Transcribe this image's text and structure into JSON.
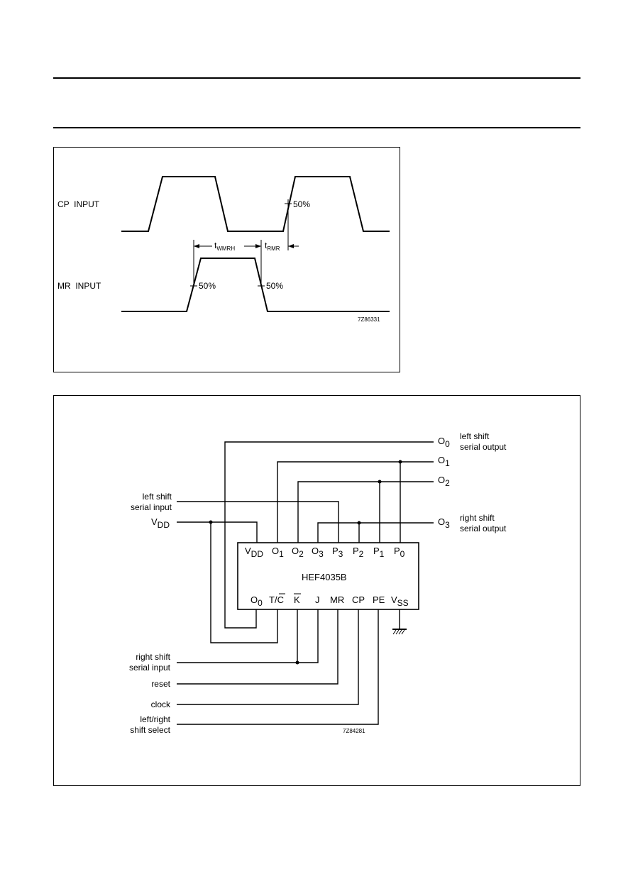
{
  "timing": {
    "cp_label": "CP  INPUT",
    "mr_label": "MR  INPUT",
    "pct_cp": "50%",
    "pct_mr_rise": "50%",
    "pct_mr_fall": "50%",
    "t1_main": "t",
    "t1_sub": "WMRH",
    "t2_main": "t",
    "t2_sub": "RMR",
    "code": "7Z86331"
  },
  "circuit": {
    "chip_name": "HEF4035B",
    "code": "7Z84281",
    "top_pins": [
      {
        "main": "V",
        "sub": "DD"
      },
      {
        "main": "O",
        "sub": "1"
      },
      {
        "main": "O",
        "sub": "2"
      },
      {
        "main": "O",
        "sub": "3"
      },
      {
        "main": "P",
        "sub": "3"
      },
      {
        "main": "P",
        "sub": "2"
      },
      {
        "main": "P",
        "sub": "1"
      },
      {
        "main": "P",
        "sub": "0"
      }
    ],
    "bottom_pins": {
      "o0_main": "O",
      "o0_sub": "0",
      "tc_a": "T/",
      "tc_b": "C",
      "k": "K",
      "j": "J",
      "mr": "MR",
      "cp": "CP",
      "pe": "PE",
      "vss_main": "V",
      "vss_sub": "SS"
    },
    "outputs": {
      "o0_main": "O",
      "o0_sub": "0",
      "o0_desc1": "left shift",
      "o0_desc2": "serial output",
      "o1_main": "O",
      "o1_sub": "1",
      "o2_main": "O",
      "o2_sub": "2",
      "o3_main": "O",
      "o3_sub": "3",
      "o3_desc1": "right shift",
      "o3_desc2": "serial output"
    },
    "inputs": {
      "left_serial_1": "left shift",
      "left_serial_2": "serial input",
      "vdd_main": "V",
      "vdd_sub": "DD",
      "right_serial_1": "right shift",
      "right_serial_2": "serial input",
      "reset": "reset",
      "clock": "clock",
      "select_1": "left/right",
      "select_2": "shift select"
    }
  }
}
